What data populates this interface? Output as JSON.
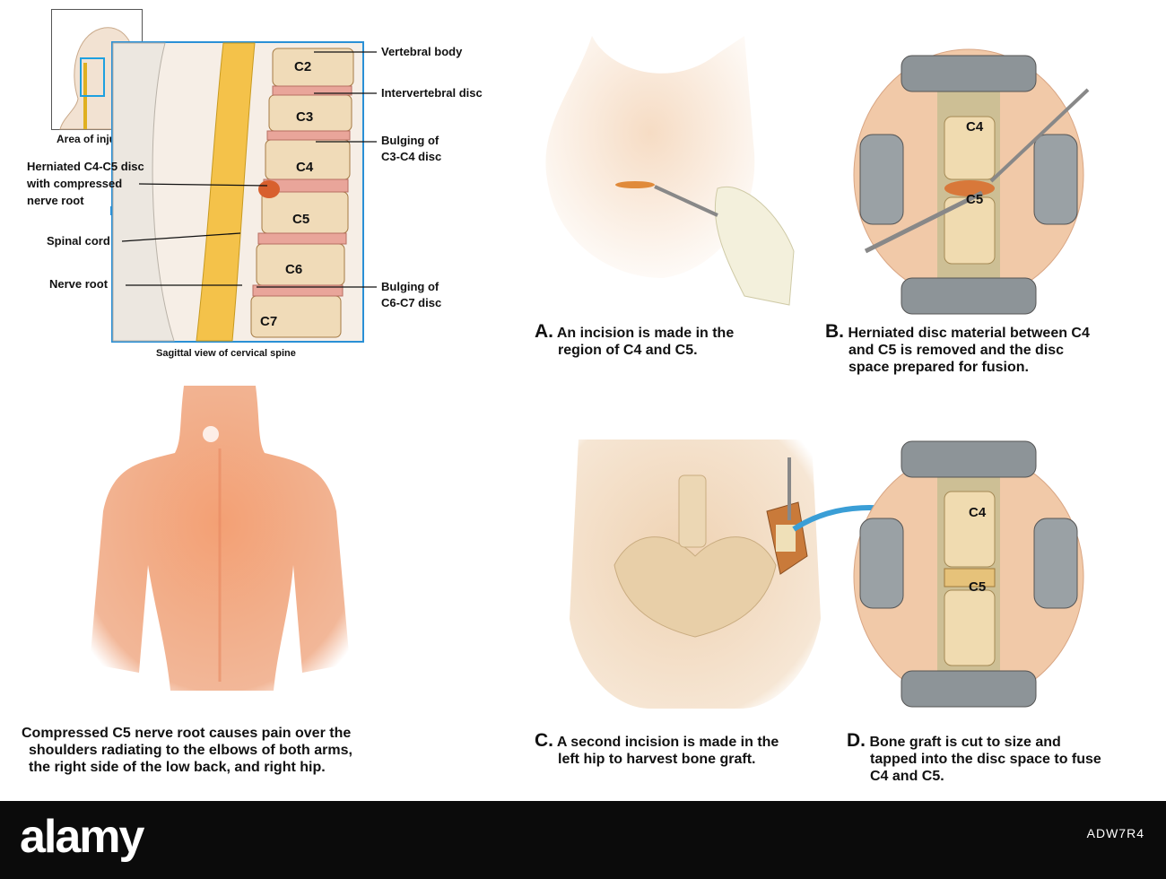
{
  "spine": {
    "inset_label": "Area of injury",
    "view_caption": "Sagittal view of cervical spine",
    "vertebrae": [
      "C2",
      "C3",
      "C4",
      "C5",
      "C6",
      "C7"
    ],
    "labels": {
      "vertebral_body": "Vertebral body",
      "intervertebral_disc": "Intervertebral disc",
      "bulging_c3c4_1": "Bulging of",
      "bulging_c3c4_2": "C3-C4 disc",
      "herniated_1": "Herniated C4-C5 disc",
      "herniated_2": "with compressed",
      "herniated_3": "nerve root",
      "spinal_cord": "Spinal cord",
      "nerve_root": "Nerve root",
      "bulging_c6c7_1": "Bulging of",
      "bulging_c6c7_2": "C6-C7 disc"
    }
  },
  "panels": {
    "A": {
      "letter": "A.",
      "line1": "An incision is made in the",
      "line2": "region of C4 and C5."
    },
    "B": {
      "letter": "B.",
      "line1": "Herniated disc material between C4",
      "line2": "and C5 is removed and the disc",
      "line3": "space prepared for fusion.",
      "top": "C4",
      "bottom": "C5"
    },
    "C": {
      "letter": "C.",
      "line1": "A second incision is made in the",
      "line2": "left hip to harvest bone graft."
    },
    "D": {
      "letter": "D.",
      "line1": "Bone graft is cut to size and",
      "line2": "tapped into the disc space to fuse",
      "line3": "C4 and C5.",
      "top": "C4",
      "bottom": "C5"
    }
  },
  "back": {
    "line1": "Compressed C5 nerve root causes pain over the",
    "line2": "shoulders radiating to the elbows of both arms,",
    "line3": "the right side of the low back, and right hip."
  },
  "footer": {
    "logo": "alamy",
    "code": "ADW7R4"
  }
}
